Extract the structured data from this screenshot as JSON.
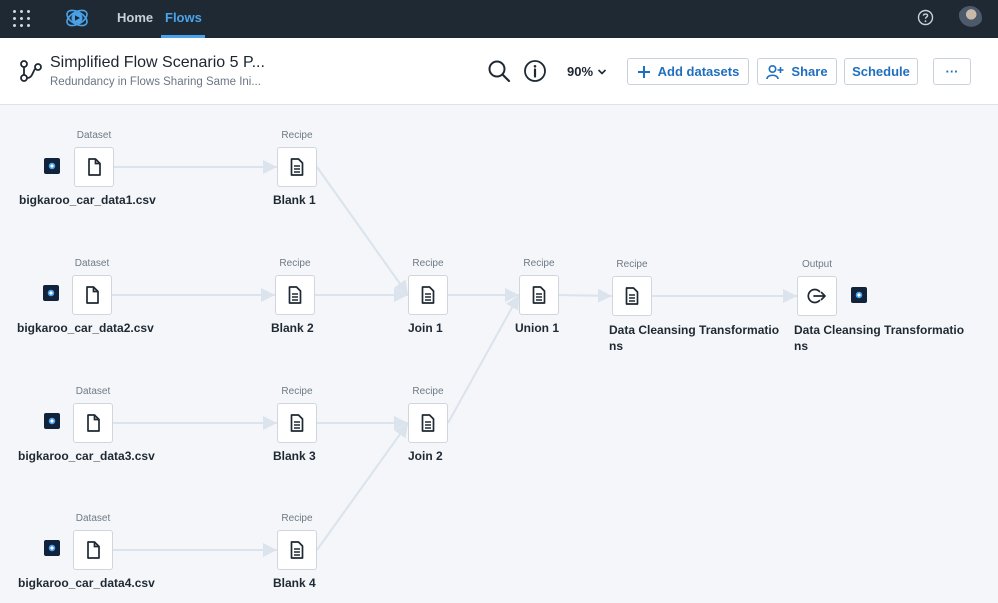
{
  "nav": {
    "home": "Home",
    "flows": "Flows",
    "help_icon": "help-circle-icon",
    "grid_icon": "app-grid-icon"
  },
  "header": {
    "title": "Simplified Flow Scenario 5 P...",
    "subtitle": "Redundancy in Flows Sharing Same Ini...",
    "zoom": "90%",
    "add_datasets": "Add datasets",
    "share": "Share",
    "schedule": "Schedule",
    "more": "···"
  },
  "colors": {
    "topbar": "#1f2933",
    "accent": "#4aa3ea",
    "button_text": "#1f6fc0",
    "canvas": "#f4f6f9",
    "edge": "#dbe3ec"
  },
  "flow": {
    "nodes": [
      {
        "id": "ds1",
        "type": "Dataset",
        "label": "bigkaroo_car_data1.csv",
        "icon": "file-icon"
      },
      {
        "id": "ds2",
        "type": "Dataset",
        "label": "bigkaroo_car_data2.csv",
        "icon": "file-icon"
      },
      {
        "id": "ds3",
        "type": "Dataset",
        "label": "bigkaroo_car_data3.csv",
        "icon": "file-icon"
      },
      {
        "id": "ds4",
        "type": "Dataset",
        "label": "bigkaroo_car_data4.csv",
        "icon": "file-icon"
      },
      {
        "id": "b1",
        "type": "Recipe",
        "label": "Blank 1",
        "icon": "recipe-icon"
      },
      {
        "id": "b2",
        "type": "Recipe",
        "label": "Blank 2",
        "icon": "recipe-icon"
      },
      {
        "id": "b3",
        "type": "Recipe",
        "label": "Blank 3",
        "icon": "recipe-icon"
      },
      {
        "id": "b4",
        "type": "Recipe",
        "label": "Blank 4",
        "icon": "recipe-icon"
      },
      {
        "id": "j1",
        "type": "Recipe",
        "label": "Join 1",
        "icon": "recipe-icon"
      },
      {
        "id": "j2",
        "type": "Recipe",
        "label": "Join 2",
        "icon": "recipe-icon"
      },
      {
        "id": "u1",
        "type": "Recipe",
        "label": "Union 1",
        "icon": "recipe-icon"
      },
      {
        "id": "dct",
        "type": "Recipe",
        "label": "Data Cleansing Transformations",
        "icon": "recipe-icon"
      },
      {
        "id": "out",
        "type": "Output",
        "label": "Data Cleansing Transformations",
        "icon": "output-icon"
      }
    ]
  }
}
